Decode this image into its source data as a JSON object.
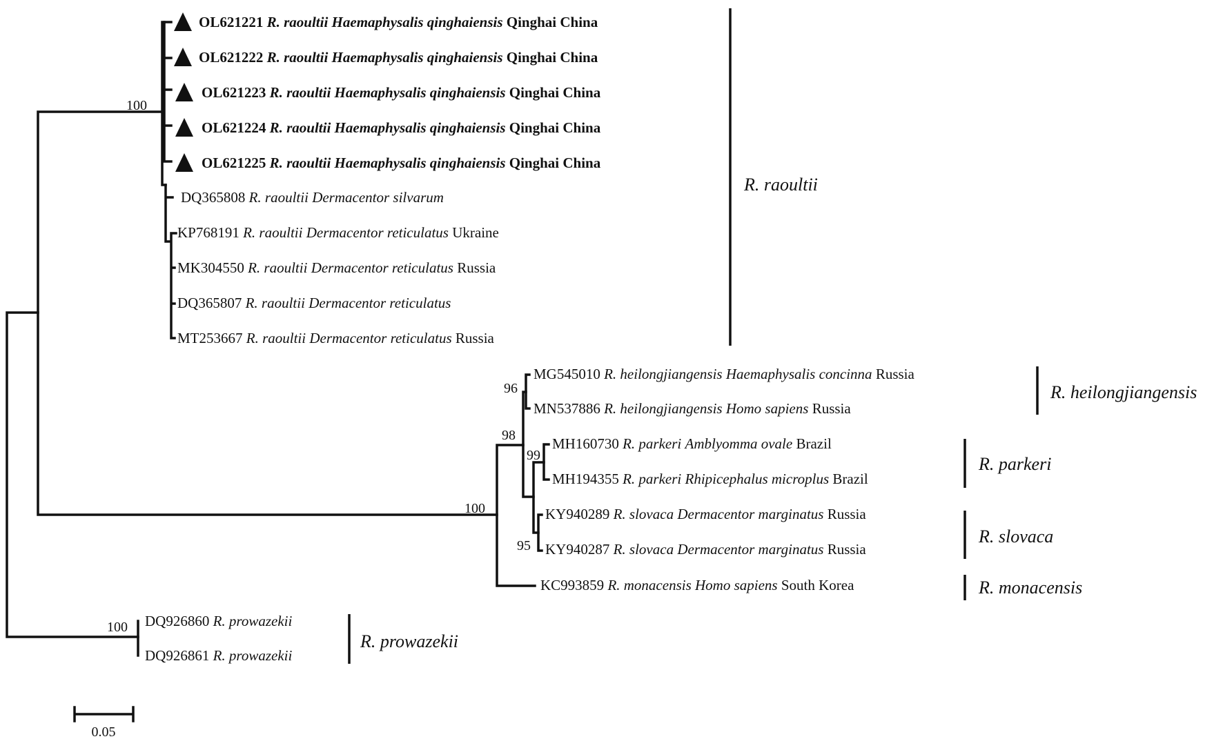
{
  "leaves": [
    {
      "id": "l1",
      "acc": "OL621221",
      "species": "R. raoultii",
      "host": "Haemaphysalis qinghaiensis",
      "loc": "Qinghai China",
      "highlight": true
    },
    {
      "id": "l2",
      "acc": "OL621222",
      "species": "R. raoultii",
      "host": "Haemaphysalis qinghaiensis",
      "loc": "Qinghai China",
      "highlight": true
    },
    {
      "id": "l3",
      "acc": "OL621223",
      "species": "R. raoultii",
      "host": "Haemaphysalis qinghaiensis",
      "loc": "Qinghai China",
      "highlight": true
    },
    {
      "id": "l4",
      "acc": "OL621224",
      "species": "R. raoultii",
      "host": "Haemaphysalis qinghaiensis",
      "loc": "Qinghai China",
      "highlight": true
    },
    {
      "id": "l5",
      "acc": "OL621225",
      "species": "R. raoultii",
      "host": "Haemaphysalis qinghaiensis",
      "loc": "Qinghai China",
      "highlight": true
    },
    {
      "id": "l6",
      "acc": "DQ365808",
      "species": "R. raoultii",
      "host": "Dermacentor silvarum",
      "loc": "",
      "highlight": false
    },
    {
      "id": "l7",
      "acc": "KP768191",
      "species": "R. raoultii",
      "host": "Dermacentor reticulatus",
      "loc": "Ukraine",
      "highlight": false
    },
    {
      "id": "l8",
      "acc": "MK304550",
      "species": "R. raoultii",
      "host": "Dermacentor reticulatus",
      "loc": "Russia",
      "highlight": false
    },
    {
      "id": "l9",
      "acc": "DQ365807",
      "species": "R. raoultii",
      "host": "Dermacentor reticulatus",
      "loc": "",
      "highlight": false
    },
    {
      "id": "l10",
      "acc": "MT253667",
      "species": "R. raoultii",
      "host": "Dermacentor reticulatus",
      "loc": "Russia",
      "highlight": false
    },
    {
      "id": "l11",
      "acc": "MG545010",
      "species": "R. heilongjiangensis",
      "host": "Haemaphysalis concinna",
      "loc": "Russia",
      "highlight": false
    },
    {
      "id": "l12",
      "acc": "MN537886",
      "species": "R. heilongjiangensis",
      "host": "Homo sapiens",
      "loc": "Russia",
      "highlight": false
    },
    {
      "id": "l13",
      "acc": "MH160730",
      "species": "R. parkeri",
      "host": "Amblyomma ovale",
      "loc": "Brazil",
      "highlight": false
    },
    {
      "id": "l14",
      "acc": "MH194355",
      "species": "R. parkeri",
      "host": "Rhipicephalus microplus",
      "loc": "Brazil",
      "highlight": false
    },
    {
      "id": "l15",
      "acc": "KY940289",
      "species": "R. slovaca",
      "host": "Dermacentor marginatus",
      "loc": "Russia",
      "highlight": false
    },
    {
      "id": "l16",
      "acc": "KY940287",
      "species": "R. slovaca",
      "host": "Dermacentor marginatus",
      "loc": "Russia",
      "highlight": false
    },
    {
      "id": "l17",
      "acc": "KC993859",
      "species": "R. monacensis",
      "host": "Homo sapiens",
      "loc": "South Korea",
      "highlight": false
    },
    {
      "id": "l18",
      "acc": "DQ926860",
      "species": "R. prowazekii",
      "host": "",
      "loc": "",
      "highlight": false
    },
    {
      "id": "l19",
      "acc": "DQ926861",
      "species": "R. prowazekii",
      "host": "",
      "loc": "",
      "highlight": false
    }
  ],
  "clades": [
    {
      "id": "c-raoultii",
      "label": "R. raoultii"
    },
    {
      "id": "c-heilong",
      "label": "R. heilongjiangensis"
    },
    {
      "id": "c-parkeri",
      "label": "R. parkeri"
    },
    {
      "id": "c-slovaca",
      "label": "R. slovaca"
    },
    {
      "id": "c-monacensis",
      "label": "R. monacensis"
    },
    {
      "id": "c-prowazekii",
      "label": "R. prowazekii"
    }
  ],
  "bootstrap": [
    {
      "id": "b-raoultii",
      "value": "100"
    },
    {
      "id": "b-heilong",
      "value": "96"
    },
    {
      "id": "b-big",
      "value": "98"
    },
    {
      "id": "b-parkeri",
      "value": "99"
    },
    {
      "id": "b-slovaca",
      "value": "95"
    },
    {
      "id": "b-sfg",
      "value": "100"
    },
    {
      "id": "b-prowazekii",
      "value": "100"
    }
  ],
  "scale_bar": {
    "label": "0.05",
    "value": 0.05
  },
  "marker_symbol": "triangle"
}
